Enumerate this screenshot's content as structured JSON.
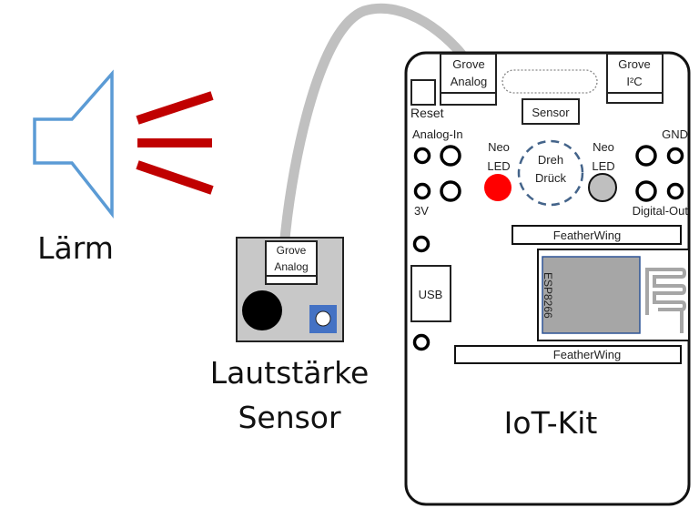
{
  "speaker": {
    "label": "Lärm",
    "outline_color": "#5b9bd5",
    "wave_color": "#c00000"
  },
  "cable": {
    "color": "#c0c0c0"
  },
  "sound_sensor": {
    "connector_line1": "Grove",
    "connector_line2": "Analog",
    "label_line1": "Lautstärke",
    "label_line2": "Sensor",
    "body_color": "#c8c8c8",
    "mic_color": "#000000",
    "pot_color": "#4472c4"
  },
  "iot_kit": {
    "title": "IoT-Kit",
    "reset_label": "Reset",
    "grove_analog_line1": "Grove",
    "grove_analog_line2": "Analog",
    "grove_i2c_line1": "Grove",
    "grove_i2c_line2": "I²C",
    "sensor_label": "Sensor",
    "analog_in_label": "Analog-In",
    "v3_label": "3V",
    "gnd_label": "GND",
    "digital_out_label": "Digital-Out",
    "neo_led_left_line1": "Neo",
    "neo_led_left_line2": "LED",
    "neo_led_right_line1": "Neo",
    "neo_led_right_line2": "LED",
    "encoder_line1": "Dreh",
    "encoder_line2": "Drück",
    "featherwing_top": "FeatherWing",
    "featherwing_bottom": "FeatherWing",
    "usb_label": "USB",
    "esp_label": "ESP8266",
    "led_left_color": "#ff0000",
    "led_right_color": "#bfbfbf",
    "encoder_color": "#44648a",
    "esp_color": "#a6a6a6",
    "esp_border_color": "#2f5597",
    "antenna_color": "#a6a6a6"
  }
}
